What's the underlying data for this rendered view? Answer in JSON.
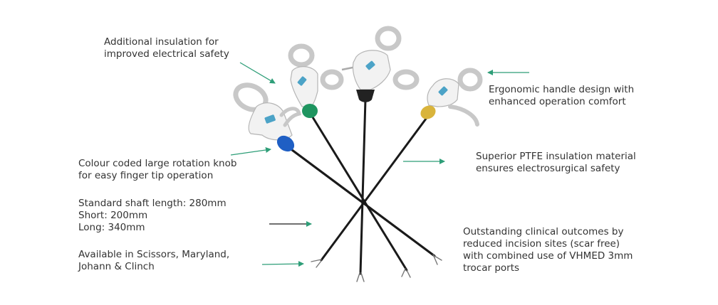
{
  "callouts": [
    {
      "id": "insulation",
      "lines": [
        "Additional insulation for",
        "improved electrical safety"
      ]
    },
    {
      "id": "ergonomic",
      "lines": [
        "Ergonomic handle design with",
        "enhanced operation comfort"
      ]
    },
    {
      "id": "knob",
      "lines": [
        "Colour coded large rotation knob",
        "for easy finger tip operation"
      ]
    },
    {
      "id": "ptfe",
      "lines": [
        "Superior PTFE insulation material",
        "ensures electrosurgical safety"
      ]
    },
    {
      "id": "shaft",
      "lines": [
        "Standard shaft length: 280mm",
        "Short: 200mm",
        "Long: 340mm"
      ]
    },
    {
      "id": "outcomes",
      "lines": [
        "Outstanding clinical outcomes by",
        "reduced incision sites (scar free)",
        "with combined use of VHMED 3mm",
        "trocar ports"
      ]
    },
    {
      "id": "types",
      "lines": [
        "Available in Scissors, Maryland,",
        "Johann & Clinch"
      ]
    }
  ],
  "colors": {
    "arrow": "#2e9e78",
    "text": "#333333",
    "shaft": "#1a1a1a",
    "handle": "#f2f2f2",
    "handle_edge": "#b5b5b5",
    "knob_blue": "#1f5fc4",
    "knob_green": "#1f9560",
    "knob_black": "#222222",
    "knob_gold": "#d9b43c"
  },
  "instruments": [
    {
      "name": "blue-knob-instrument",
      "knob_color": "knob_blue"
    },
    {
      "name": "green-knob-instrument",
      "knob_color": "knob_green"
    },
    {
      "name": "black-knob-instrument",
      "knob_color": "knob_black"
    },
    {
      "name": "gold-knob-instrument",
      "knob_color": "knob_gold"
    }
  ]
}
